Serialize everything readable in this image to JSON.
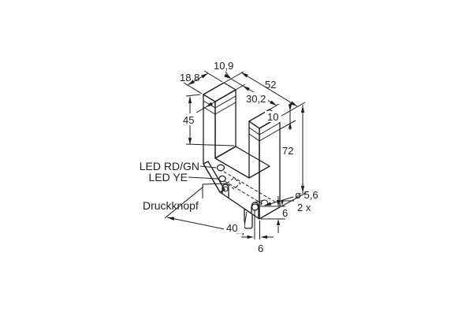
{
  "drawing": {
    "title": "fork-slot-sensor-dimension-drawing",
    "labels": {
      "led_rd_gn": "LED RD/GN",
      "led_ye": "LED YE",
      "pushbutton": "Druckknopf"
    },
    "dimensions": {
      "prong_top_width": "10,9",
      "housing_thickness": "18,8",
      "overall_length": "52",
      "slot_width": "30,2",
      "slot_depth": "45",
      "window_height": "10",
      "overall_height": "72",
      "hole_diameter": "ø 5,6",
      "hole_count": "2 x",
      "hole_height": "6",
      "hole_spacing": "40",
      "hole_edge_offset": "6"
    },
    "colors": {
      "background": "#ffffff",
      "outline": "#1d1d1d",
      "face_front": "#b3b3b3",
      "face_top": "#8f8f8f",
      "face_side": "#a4a4a4",
      "face_chamfer": "#9c9c9c",
      "face_notch": "#c6c6c6",
      "face_peg": "#bdbdbd",
      "led_red_green": "#ffffff",
      "led_yellow": "#d8a91d"
    }
  }
}
